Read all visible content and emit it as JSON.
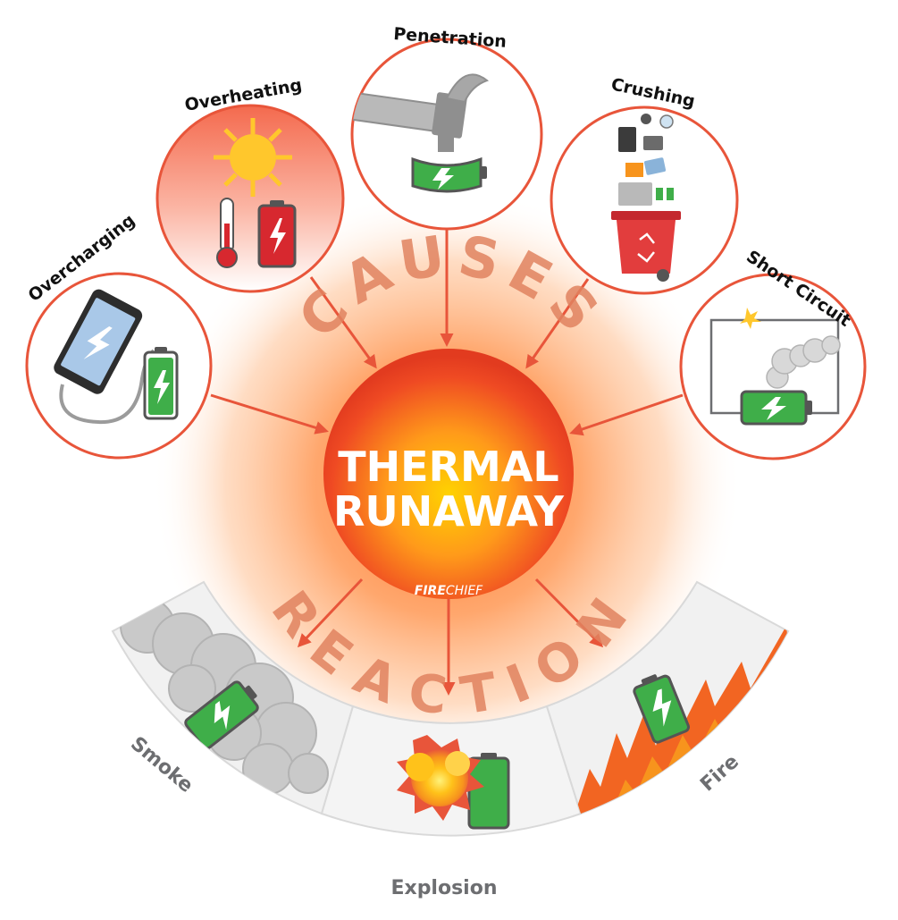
{
  "center": {
    "line1": "THERMAL",
    "line2": "RUNAWAY",
    "logo_fire": "FIRE",
    "logo_chief": "CHIEF"
  },
  "arc_words": {
    "top": "CAUSES",
    "bottom": "REACTION"
  },
  "causes": [
    {
      "label": "Overcharging",
      "icon": "phone-charging-icon"
    },
    {
      "label": "Overheating",
      "icon": "sun-thermometer-icon"
    },
    {
      "label": "Penetration",
      "icon": "hammer-icon"
    },
    {
      "label": "Crushing",
      "icon": "trash-bin-icon"
    },
    {
      "label": "Short Circuit",
      "icon": "short-circuit-icon"
    }
  ],
  "reactions": [
    {
      "label": "Smoke",
      "icon": "smoke-battery-icon"
    },
    {
      "label": "Explosion",
      "icon": "explosion-battery-icon"
    },
    {
      "label": "Fire",
      "icon": "fire-battery-icon"
    }
  ],
  "colors": {
    "accent": "#e8553a",
    "arc_text": "#e0825f",
    "battery_green": "#3fae49",
    "battery_red": "#d7282f",
    "sun": "#ffc72c",
    "reaction_label": "#6d6e71"
  }
}
